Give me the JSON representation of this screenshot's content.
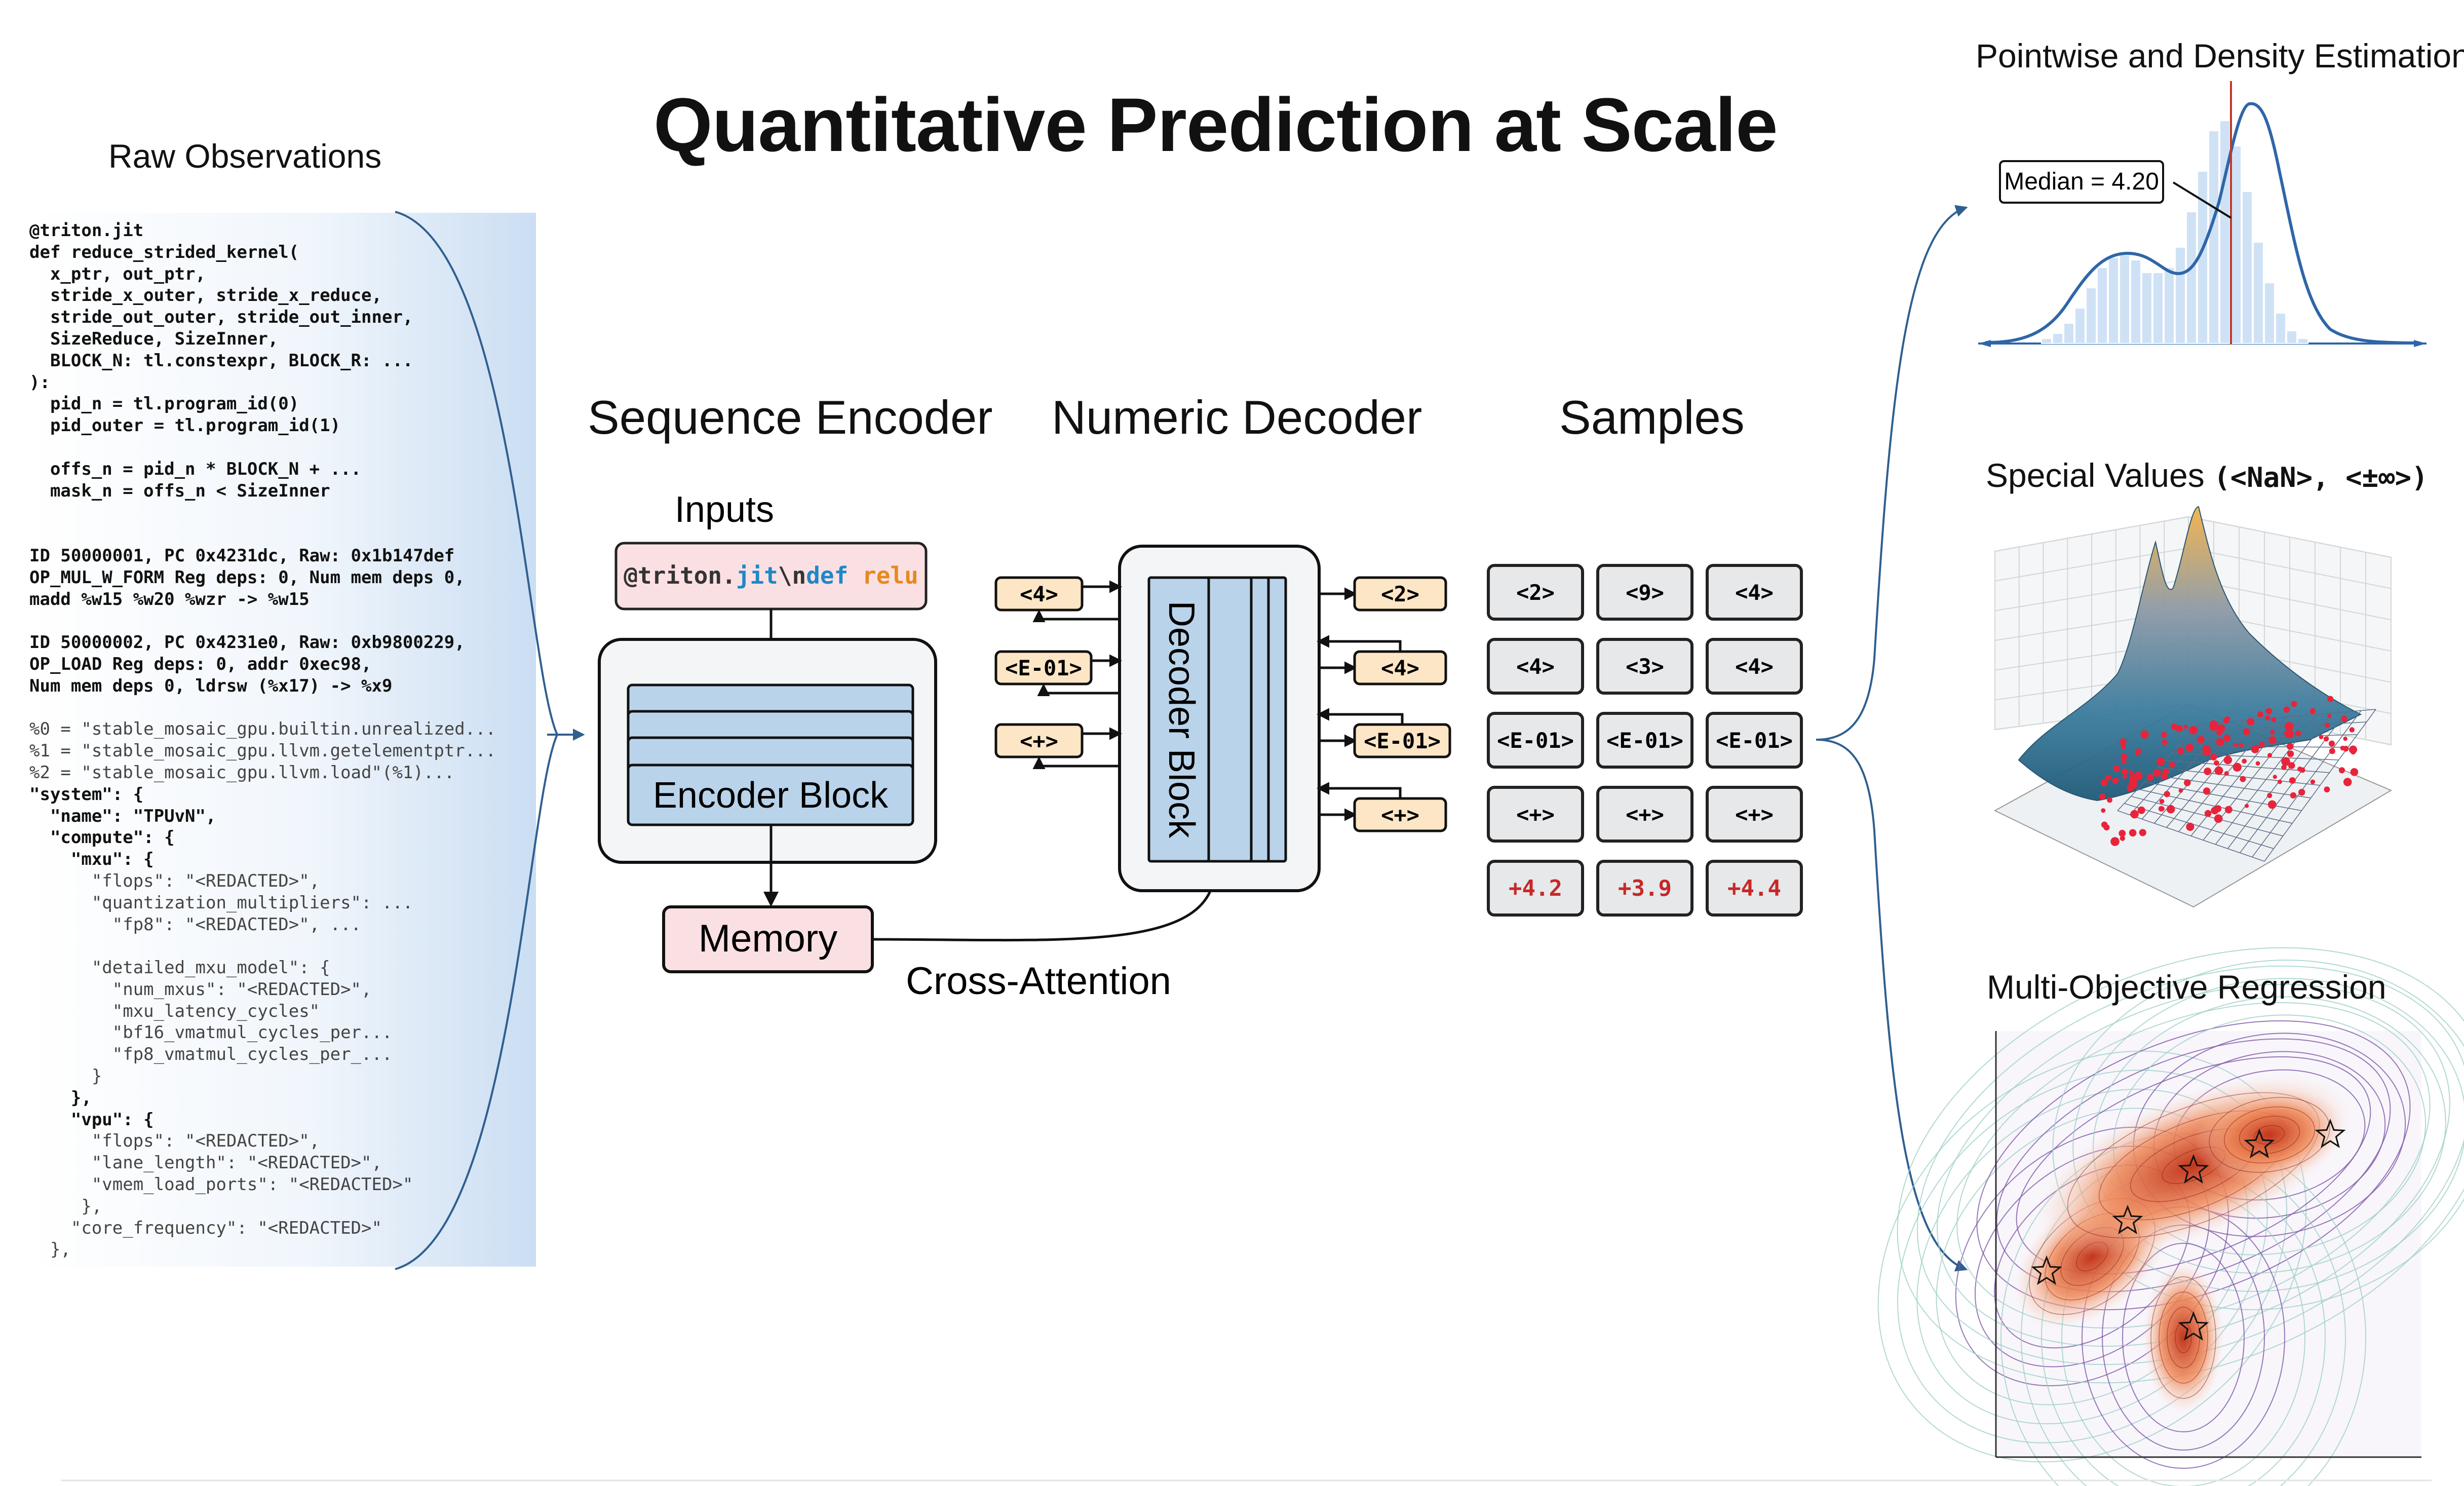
{
  "title": "Quantitative Prediction at Scale",
  "raw_observations": {
    "label": "Raw Observations",
    "code_lines": [
      {
        "text": "@triton.jit",
        "bold": true
      },
      {
        "text": "def reduce_strided_kernel(",
        "bold": true
      },
      {
        "text": "  x_ptr, out_ptr,",
        "bold": true
      },
      {
        "text": "  stride_x_outer, stride_x_reduce,",
        "bold": true
      },
      {
        "text": "  stride_out_outer, stride_out_inner,",
        "bold": true
      },
      {
        "text": "  SizeReduce, SizeInner,",
        "bold": true
      },
      {
        "text": "  BLOCK_N: tl.constexpr, BLOCK_R: ...",
        "bold": true
      },
      {
        "text": "):",
        "bold": true
      },
      {
        "text": "  pid_n = tl.program_id(0)",
        "bold": true
      },
      {
        "text": "  pid_outer = tl.program_id(1)",
        "bold": true
      },
      {
        "text": "",
        "bold": false
      },
      {
        "text": "  offs_n = pid_n * BLOCK_N + ...",
        "bold": true
      },
      {
        "text": "  mask_n = offs_n < SizeInner",
        "bold": true
      },
      {
        "text": "",
        "bold": false
      },
      {
        "text": "",
        "bold": false
      },
      {
        "text": "ID 50000001, PC 0x4231dc, Raw: 0x1b147def",
        "bold": true
      },
      {
        "text": "OP_MUL_W_FORM Reg deps: 0, Num mem deps 0,",
        "bold": true
      },
      {
        "text": "madd %w15 %w20 %wzr -> %w15",
        "bold": true
      },
      {
        "text": "",
        "bold": false
      },
      {
        "text": "ID 50000002, PC 0x4231e0, Raw: 0xb9800229,",
        "bold": true
      },
      {
        "text": "OP_LOAD Reg deps: 0, addr 0xec98,",
        "bold": true
      },
      {
        "text": "Num mem deps 0, ldrsw (%x17) -> %x9",
        "bold": true
      },
      {
        "text": "",
        "bold": false
      },
      {
        "text": "%0 = \"stable_mosaic_gpu.builtin.unrealized...",
        "bold": false
      },
      {
        "text": "%1 = \"stable_mosaic_gpu.llvm.getelementptr...",
        "bold": false
      },
      {
        "text": "%2 = \"stable_mosaic_gpu.llvm.load\"(%1)...",
        "bold": false
      },
      {
        "text": "\"system\": {",
        "bold": true
      },
      {
        "text": "  \"name\": \"TPUvN\",",
        "bold": true
      },
      {
        "text": "  \"compute\": {",
        "bold": true
      },
      {
        "text": "    \"mxu\": {",
        "bold": true
      },
      {
        "text": "      \"flops\": \"<REDACTED>\",",
        "bold": false
      },
      {
        "text": "      \"quantization_multipliers\": ...",
        "bold": false
      },
      {
        "text": "        \"fp8\": \"<REDACTED>\", ...",
        "bold": false
      },
      {
        "text": "",
        "bold": false
      },
      {
        "text": "      \"detailed_mxu_model\": {",
        "bold": false
      },
      {
        "text": "        \"num_mxus\": \"<REDACTED>\",",
        "bold": false
      },
      {
        "text": "        \"mxu_latency_cycles\"",
        "bold": false
      },
      {
        "text": "        \"bf16_vmatmul_cycles_per...",
        "bold": false
      },
      {
        "text": "        \"fp8_vmatmul_cycles_per_...",
        "bold": false
      },
      {
        "text": "      }",
        "bold": false
      },
      {
        "text": "    },",
        "bold": true
      },
      {
        "text": "    \"vpu\": {",
        "bold": true
      },
      {
        "text": "      \"flops\": \"<REDACTED>\",",
        "bold": false
      },
      {
        "text": "      \"lane_length\": \"<REDACTED>\",",
        "bold": false
      },
      {
        "text": "      \"vmem_load_ports\": \"<REDACTED>\"",
        "bold": false
      },
      {
        "text": "     },",
        "bold": false
      },
      {
        "text": "    \"core_frequency\": \"<REDACTED>\"",
        "bold": false
      },
      {
        "text": "  },",
        "bold": false
      }
    ]
  },
  "sequence_encoder": {
    "heading": "Sequence Encoder",
    "inputs_label": "Inputs",
    "input_token": {
      "part1": "@triton.",
      "part2": "jit",
      "part3": "\\n",
      "part4": "def",
      "part5": " relu"
    },
    "encoder_block_label": "Encoder Block",
    "memory_label": "Memory"
  },
  "numeric_decoder": {
    "heading": "Numeric Decoder",
    "decoder_block_label": "Decoder Block",
    "input_tokens": [
      "<4>",
      "<E-01>",
      "<+>"
    ],
    "output_tokens": [
      "<2>",
      "<4>",
      "<E-01>",
      "<+>"
    ],
    "cross_attention_label": "Cross-Attention"
  },
  "samples": {
    "heading": "Samples",
    "grid": [
      [
        "<2>",
        "<9>",
        "<4>"
      ],
      [
        "<4>",
        "<3>",
        "<4>"
      ],
      [
        "<E-01>",
        "<E-01>",
        "<E-01>"
      ],
      [
        "<+>",
        "<+>",
        "<+>"
      ]
    ],
    "values": [
      "+4.2",
      "+3.9",
      "+4.4"
    ]
  },
  "pointwise": {
    "title": "Pointwise and Density Estimation",
    "median_label": "Median = 4.20"
  },
  "special_values": {
    "title_text": "Special Values",
    "title_code": "(<NaN>, <±∞>)"
  },
  "multi_objective": {
    "title": "Multi-Objective Regression"
  },
  "colors": {
    "token_fill": "#fde6c5",
    "memory_fill": "#fbe0e3",
    "encoder_fill": "#b9d3ea",
    "sample_fill": "#e7e8ea",
    "value_red": "#c62828",
    "curve_blue": "#2f66a8",
    "hist_fill": "#cfe2f5",
    "median_line": "#c0392b"
  }
}
